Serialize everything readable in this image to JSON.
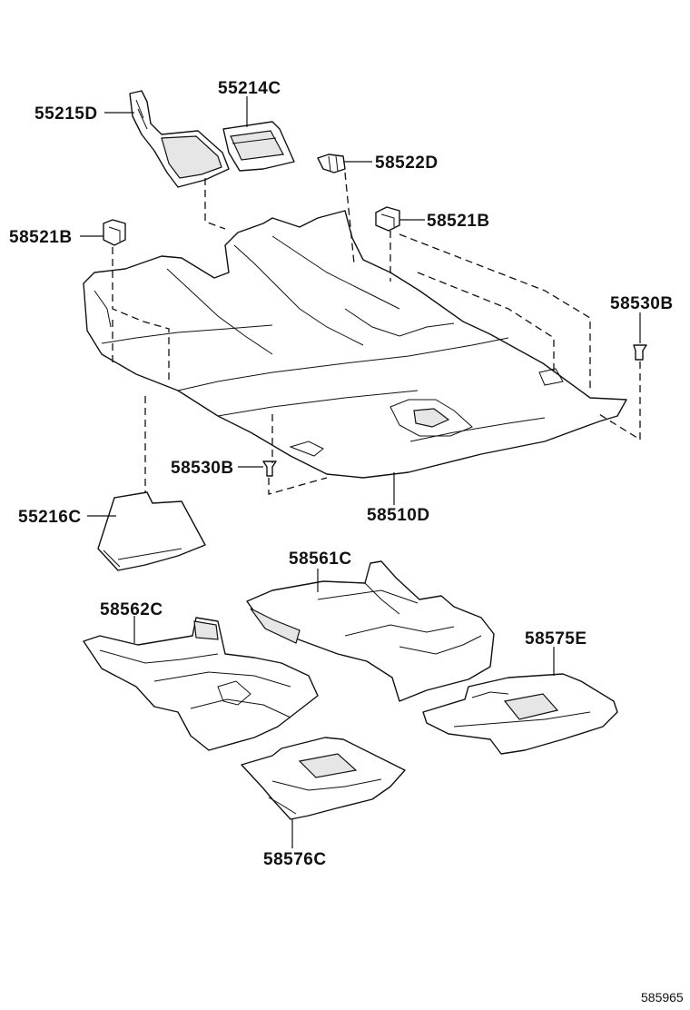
{
  "callouts": {
    "p55215D": "55215D",
    "p55214C": "55214C",
    "p58522D": "58522D",
    "p58521B_left": "58521B",
    "p58521B_right": "58521B",
    "p58530B_right": "58530B",
    "p58530B_left": "58530B",
    "p55216C": "55216C",
    "p58510D": "58510D",
    "p58561C": "58561C",
    "p58562C": "58562C",
    "p58575E": "58575E",
    "p58576C": "58576C"
  },
  "figure_code": "585965"
}
